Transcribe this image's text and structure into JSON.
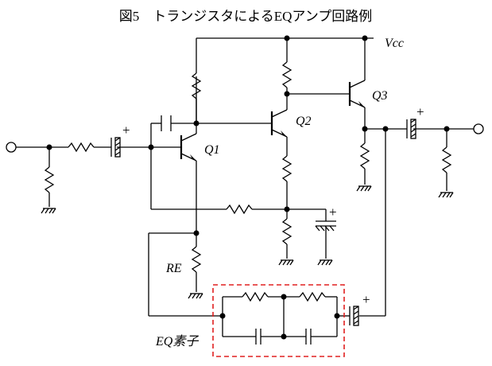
{
  "title": "図5　トランジスタによるEQアンプ回路例",
  "labels": {
    "vcc": "Vcc",
    "q1": "Q1",
    "q2": "Q2",
    "q3": "Q3",
    "re": "RE",
    "eq_element": "EQ素子",
    "plus": "+"
  },
  "colors": {
    "wire": "#000000",
    "eq_box": "#e02020"
  }
}
